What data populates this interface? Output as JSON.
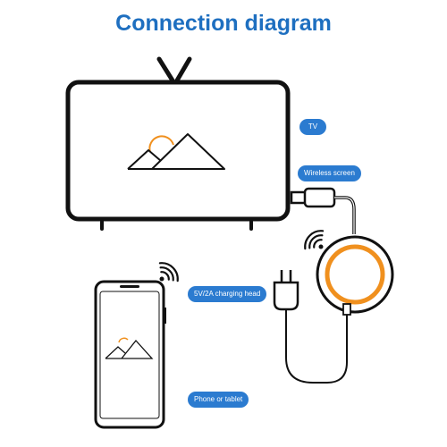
{
  "title": "Connection diagram",
  "labels": {
    "tv": "TV",
    "wireless": "Wireless screen",
    "charging": "5V/2A charging head",
    "phone": "Phone or tablet"
  },
  "colors": {
    "title": "#1e6fc0",
    "label_bg": "#2b7bd0",
    "accent": "#f0901e",
    "line": "#111111"
  },
  "icons": [
    "tv-icon",
    "antenna-icon",
    "mountain-image-icon",
    "sun-icon",
    "phone-icon",
    "wifi-signal-icon",
    "dongle-icon",
    "hdmi-plug-icon",
    "charger-plug-icon",
    "cable-icon"
  ]
}
